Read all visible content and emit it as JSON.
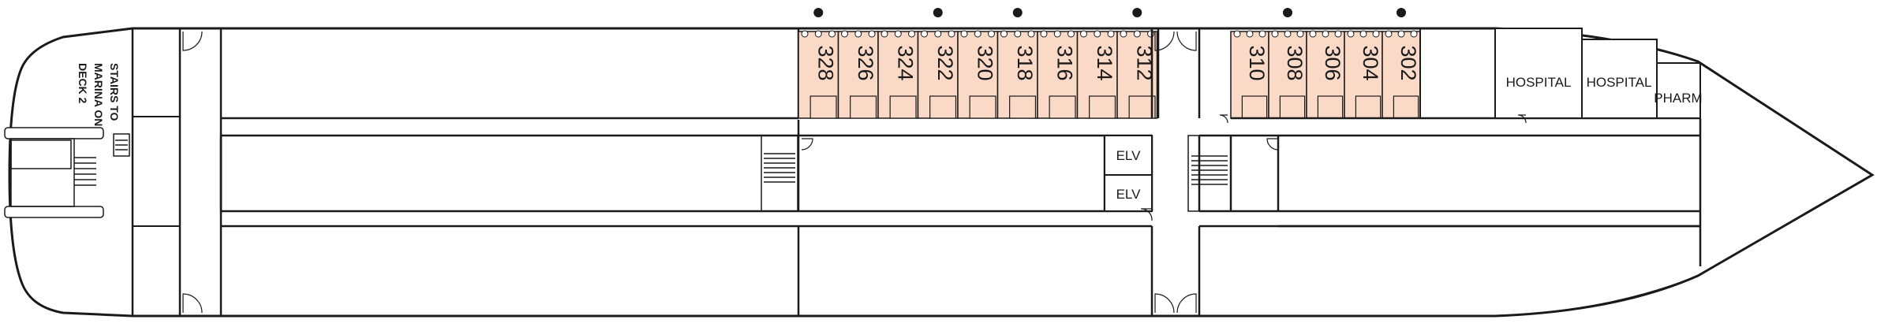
{
  "deck": {
    "cabins_forward_group": [
      "328",
      "326",
      "324",
      "322",
      "320",
      "318",
      "316",
      "314",
      "312"
    ],
    "cabins_aft_group": [
      "310",
      "308",
      "306",
      "304",
      "302"
    ],
    "rooms": {
      "hospital_1": "HOSPITAL",
      "hospital_2": "HOSPITAL",
      "pharmacy": "PHARM",
      "elevator_1": "ELV",
      "elevator_2": "ELV"
    },
    "stairs_note": [
      "STAIRS TO",
      "MARINA ON",
      "DECK 2"
    ]
  },
  "colors": {
    "cabin_fill": "#fad9c6",
    "line": "#1a1a1a",
    "background": "#ffffff"
  },
  "markers": {
    "description": "black dots mark accessible cabins",
    "cabins_with_dot": [
      "328",
      "322",
      "318",
      "312",
      "308",
      "302"
    ]
  }
}
